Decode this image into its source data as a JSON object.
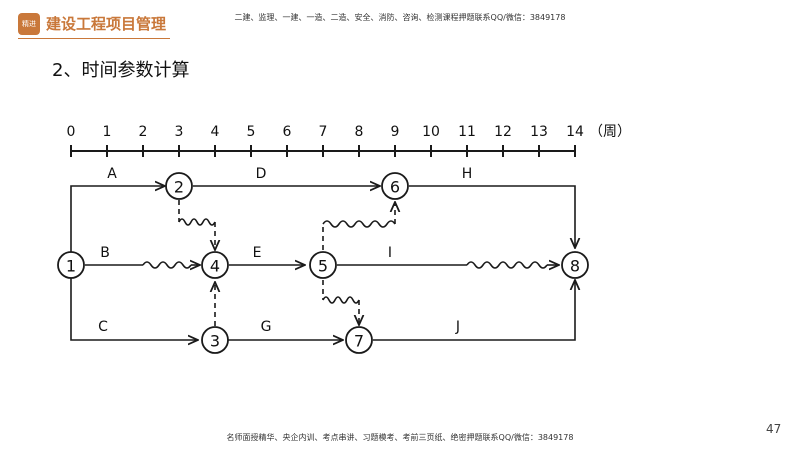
{
  "header": {
    "logo_text": "精进",
    "brand_title": "建设工程项目管理",
    "top_note": "二建、监理、一建、一造、二造、安全、消防、咨询、检测课程押题联系QQ/微信：3849178"
  },
  "heading": "2、时间参数计算",
  "footer": {
    "note": "名师面授精华、央企内训、考点串讲、习题模考、考前三页纸、绝密押题联系QQ/微信：3849178",
    "page_number": "47"
  },
  "scale": {
    "ticks": [
      "0",
      "1",
      "2",
      "3",
      "4",
      "5",
      "6",
      "7",
      "8",
      "9",
      "10",
      "11",
      "12",
      "13",
      "14"
    ],
    "unit": "（周）"
  },
  "nodes": [
    "1",
    "2",
    "3",
    "4",
    "5",
    "6",
    "7",
    "8"
  ],
  "activities": [
    {
      "label": "A",
      "from": "1",
      "to": "2"
    },
    {
      "label": "B",
      "from": "1",
      "to": "4"
    },
    {
      "label": "C",
      "from": "1",
      "to": "3"
    },
    {
      "label": "D",
      "from": "2",
      "to": "6"
    },
    {
      "label": "E",
      "from": "4",
      "to": "5"
    },
    {
      "label": "G",
      "from": "3",
      "to": "7"
    },
    {
      "label": "H",
      "from": "6",
      "to": "8"
    },
    {
      "label": "I",
      "from": "5",
      "to": "8"
    },
    {
      "label": "J",
      "from": "7",
      "to": "8"
    }
  ],
  "colors": {
    "brand": "#c9783a",
    "line": "#1a1a1a"
  }
}
